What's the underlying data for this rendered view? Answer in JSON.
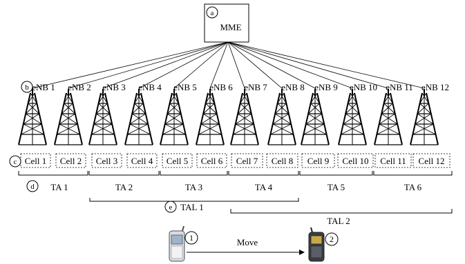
{
  "mme": {
    "label": "MME",
    "marker": "a"
  },
  "markers": {
    "enb": "b",
    "cell": "c",
    "ta": "d",
    "tal": "e"
  },
  "enbs": [
    "eNB 1",
    "eNB 2",
    "eNB 3",
    "eNB 4",
    "eNB 5",
    "eNB 6",
    "eNB 7",
    "eNB 8",
    "eNB 9",
    "eNB 10",
    "eNB 11",
    "eNB 12"
  ],
  "cells": [
    "Cell 1",
    "Cell 2",
    "Cell 3",
    "Cell 4",
    "Cell 5",
    "Cell 6",
    "Cell 7",
    "Cell 8",
    "Cell 9",
    "Cell 10",
    "Cell 11",
    "Cell 12"
  ],
  "tas": [
    "TA 1",
    "TA 2",
    "TA 3",
    "TA 4",
    "TA 5",
    "TA 6"
  ],
  "tals": [
    "TAL 1",
    "TAL 2"
  ],
  "ue": {
    "start_marker": "1",
    "end_marker": "2",
    "move_label": "Move"
  }
}
